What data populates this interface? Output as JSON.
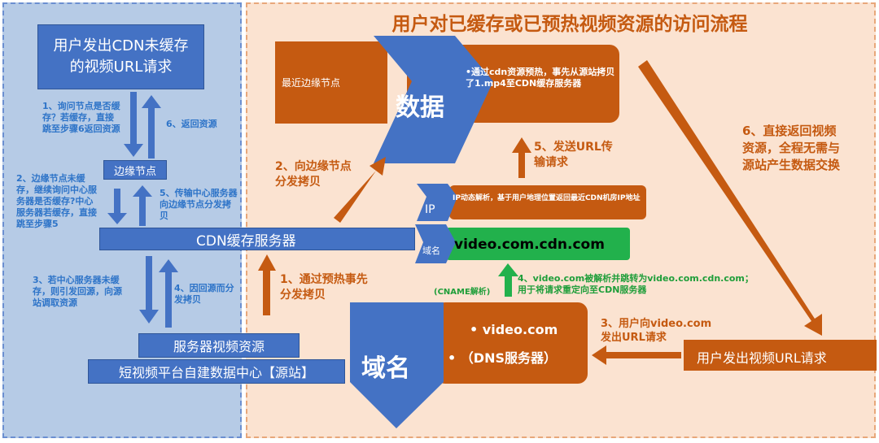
{
  "title": "用户对已缓存或已预热视频资源的访问流程",
  "left": {
    "user_request": "用户发出CDN未缓存的视频URL请求",
    "edge_node": "边缘节点",
    "step1": "1、询问节点是否缓存？若缓存，直接跳至步骤6返回资源",
    "step6": "6、返回资源",
    "step2": "2、边缘节点未缓存，继续询问中心服务器是否缓存?中心服务器若缓存，直接跳至步骤5",
    "step5": "5、传输中心服务器向边缘节点分发拷贝",
    "cdn_server": "CDN缓存服务器",
    "step3": "3、若中心服务器未缓存，则引发回源，向源站调取资源",
    "step4": "4、因回源而分发拷贝",
    "server_resource": "服务器视频资源",
    "datacenter": "短视频平台自建数据中心【源站】"
  },
  "right": {
    "nearest_edge": "最近边缘节点",
    "data_label": "数据",
    "preheat_note": "•通过cdn资源预热，事先从源站拷贝了1.mp4至CDN缓存服务器",
    "step2": "2、向边缘节点分发拷贝",
    "step5": "5、发送URL传输请求",
    "step6": "6、直接返回视频资源，全程无需与源站产生数据交换",
    "ip_label": "IP",
    "ip_note": "IP动态解析，基于用户地理位置返回最近CDN机房IP地址",
    "domain_small": "域名",
    "cdn_domain": "video.com.cdn.com",
    "cname_label": "(CNAME解析)",
    "step4": "4、video.com被解析并跳转为video.com.cdn.com；用于将请求重定向至CDN服务器",
    "step1": "1、通过预热事先分发拷贝",
    "domain_big": "域名",
    "dns_item1": "• video.com",
    "dns_item2": "• （DNS服务器）",
    "step3": "3、用户向video.com发出URL请求",
    "user_request": "用户发出视频URL请求"
  },
  "colors": {
    "blue": "#4472c4",
    "orange": "#c55a11",
    "green": "#22b14c",
    "left_bg": "#b6cbe6",
    "right_bg": "#fbe3d1"
  }
}
